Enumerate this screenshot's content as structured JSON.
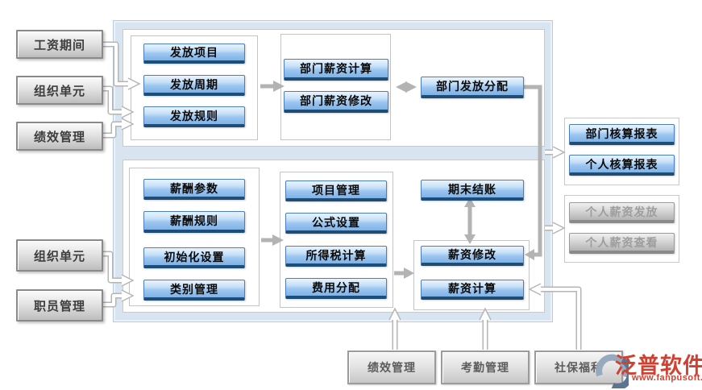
{
  "left_inputs": [
    "工资期间",
    "组织单元",
    "绩效管理",
    "组织单元",
    "职员管理"
  ],
  "top_flow": {
    "setup": [
      "发放项目",
      "发放周期",
      "发放规则"
    ],
    "dept": [
      "部门薪资计算",
      "部门薪资修改"
    ],
    "dispatch": "部门发放分配"
  },
  "bottom_flow": {
    "config": [
      "薪酬参数",
      "薪酬规则",
      "初始化设置",
      "类别管理"
    ],
    "calc": [
      "项目管理",
      "公式设置",
      "所得税计算",
      "费用分配"
    ],
    "closing": "期末结账",
    "salary": [
      "薪资修改",
      "薪资计算"
    ]
  },
  "right_outputs": {
    "reports": [
      "部门核算报表",
      "个人核算报表"
    ],
    "personal": [
      "个人薪资发放",
      "个人薪资查看"
    ]
  },
  "bottom_inputs": [
    "绩效管理",
    "考勤管理",
    "社保福利"
  ],
  "logo": {
    "brand": "泛普软件",
    "website": "www.fanpusoft.com"
  },
  "colors": {
    "node_blue": "#7fb2e6",
    "node_blue_border": "#3f74b3",
    "node_blue_bottom_edge": "#1d4e79",
    "container_fill": "#d9e4f1",
    "panel_border": "#c9c9c9",
    "connector_gray": "#b5b5b5",
    "logo_red": "#cf4232"
  }
}
